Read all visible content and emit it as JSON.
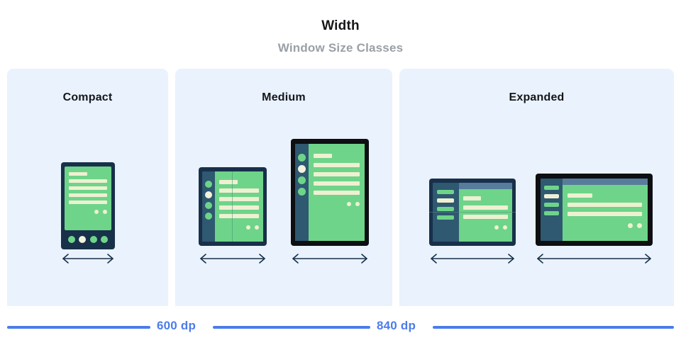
{
  "header": {
    "title": "Width",
    "subtitle": "Window Size Classes"
  },
  "panels": [
    {
      "key": "compact",
      "label": "Compact"
    },
    {
      "key": "medium",
      "label": "Medium"
    },
    {
      "key": "expanded",
      "label": "Expanded"
    }
  ],
  "devices": {
    "phone": {
      "name": "phone-portrait",
      "frame": "navy",
      "nav": [
        "green",
        "cream",
        "green",
        "green"
      ]
    },
    "foldable_portrait": {
      "name": "foldable-portrait",
      "frame": "navy",
      "rail_dots": [
        "green",
        "cream",
        "green",
        "green"
      ]
    },
    "tablet_portrait": {
      "name": "tablet-portrait",
      "frame": "black",
      "rail_dots": [
        "green",
        "cream",
        "green",
        "green"
      ]
    },
    "foldable_landscape": {
      "name": "foldable-landscape",
      "frame": "navy",
      "rail_bars": [
        "green",
        "cream",
        "green",
        "green"
      ]
    },
    "tablet_landscape": {
      "name": "tablet-landscape",
      "frame": "black",
      "rail_bars": [
        "green",
        "cream",
        "green",
        "green"
      ]
    }
  },
  "scale": {
    "breakpoints": [
      {
        "label": "600 dp",
        "value": 600
      },
      {
        "label": "840 dp",
        "value": 840
      }
    ]
  },
  "colors": {
    "panel_background": "#eaf2fd",
    "screen_green": "#6ed48a",
    "content_cream": "#eff0d2",
    "frame_navy": "#18304a",
    "frame_black": "#0d0f12",
    "rail_slate": "#2f5871",
    "topbar_blue": "#587d9c",
    "accent_blue": "#4c7cea",
    "title_text": "#141619",
    "subtitle_text": "#9aa0a6"
  },
  "icons": {
    "width_arrow": "double-headed-horizontal-arrow"
  }
}
